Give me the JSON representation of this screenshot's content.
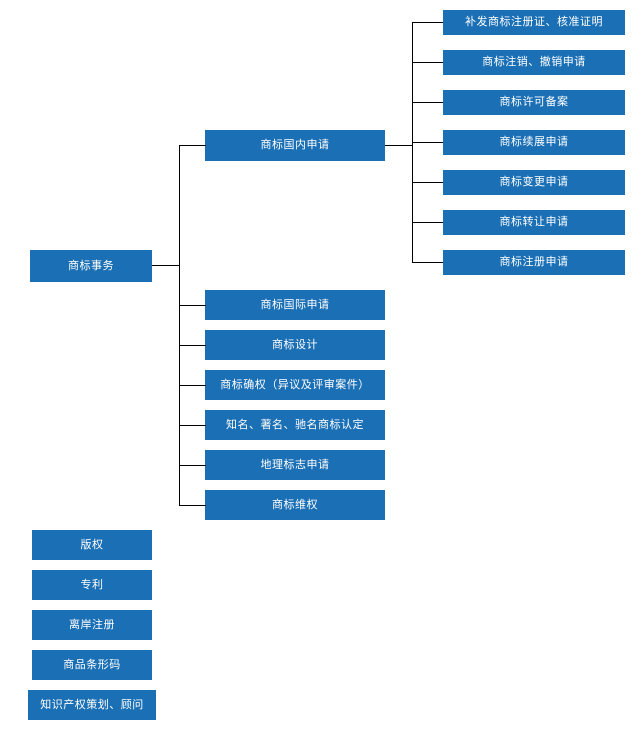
{
  "diagram": {
    "type": "tree",
    "title": "商标事务",
    "theme": {
      "node_fill": "#1a6fb5",
      "node_text": "#ffffff",
      "connector": "#000000",
      "background": "#ffffff"
    },
    "root": {
      "label": "商标事务"
    },
    "level2": [
      {
        "label": "商标国内申请"
      },
      {
        "label": "商标国际申请"
      },
      {
        "label": "商标设计"
      },
      {
        "label": "商标确权（异议及评审案件）"
      },
      {
        "label": "知名、著名、驰名商标认定"
      },
      {
        "label": "地理标志申请"
      },
      {
        "label": "商标维权"
      }
    ],
    "level3": [
      {
        "label": "补发商标注册证、核准证明"
      },
      {
        "label": "商标注销、撤销申请"
      },
      {
        "label": "商标许可备案"
      },
      {
        "label": "商标续展申请"
      },
      {
        "label": "商标变更申请"
      },
      {
        "label": "商标转让申请"
      },
      {
        "label": "商标注册申请"
      }
    ],
    "standalone": [
      {
        "label": "版权"
      },
      {
        "label": "专利"
      },
      {
        "label": "离岸注册"
      },
      {
        "label": "商品条形码"
      },
      {
        "label": "知识产权策划、顾问"
      }
    ]
  }
}
